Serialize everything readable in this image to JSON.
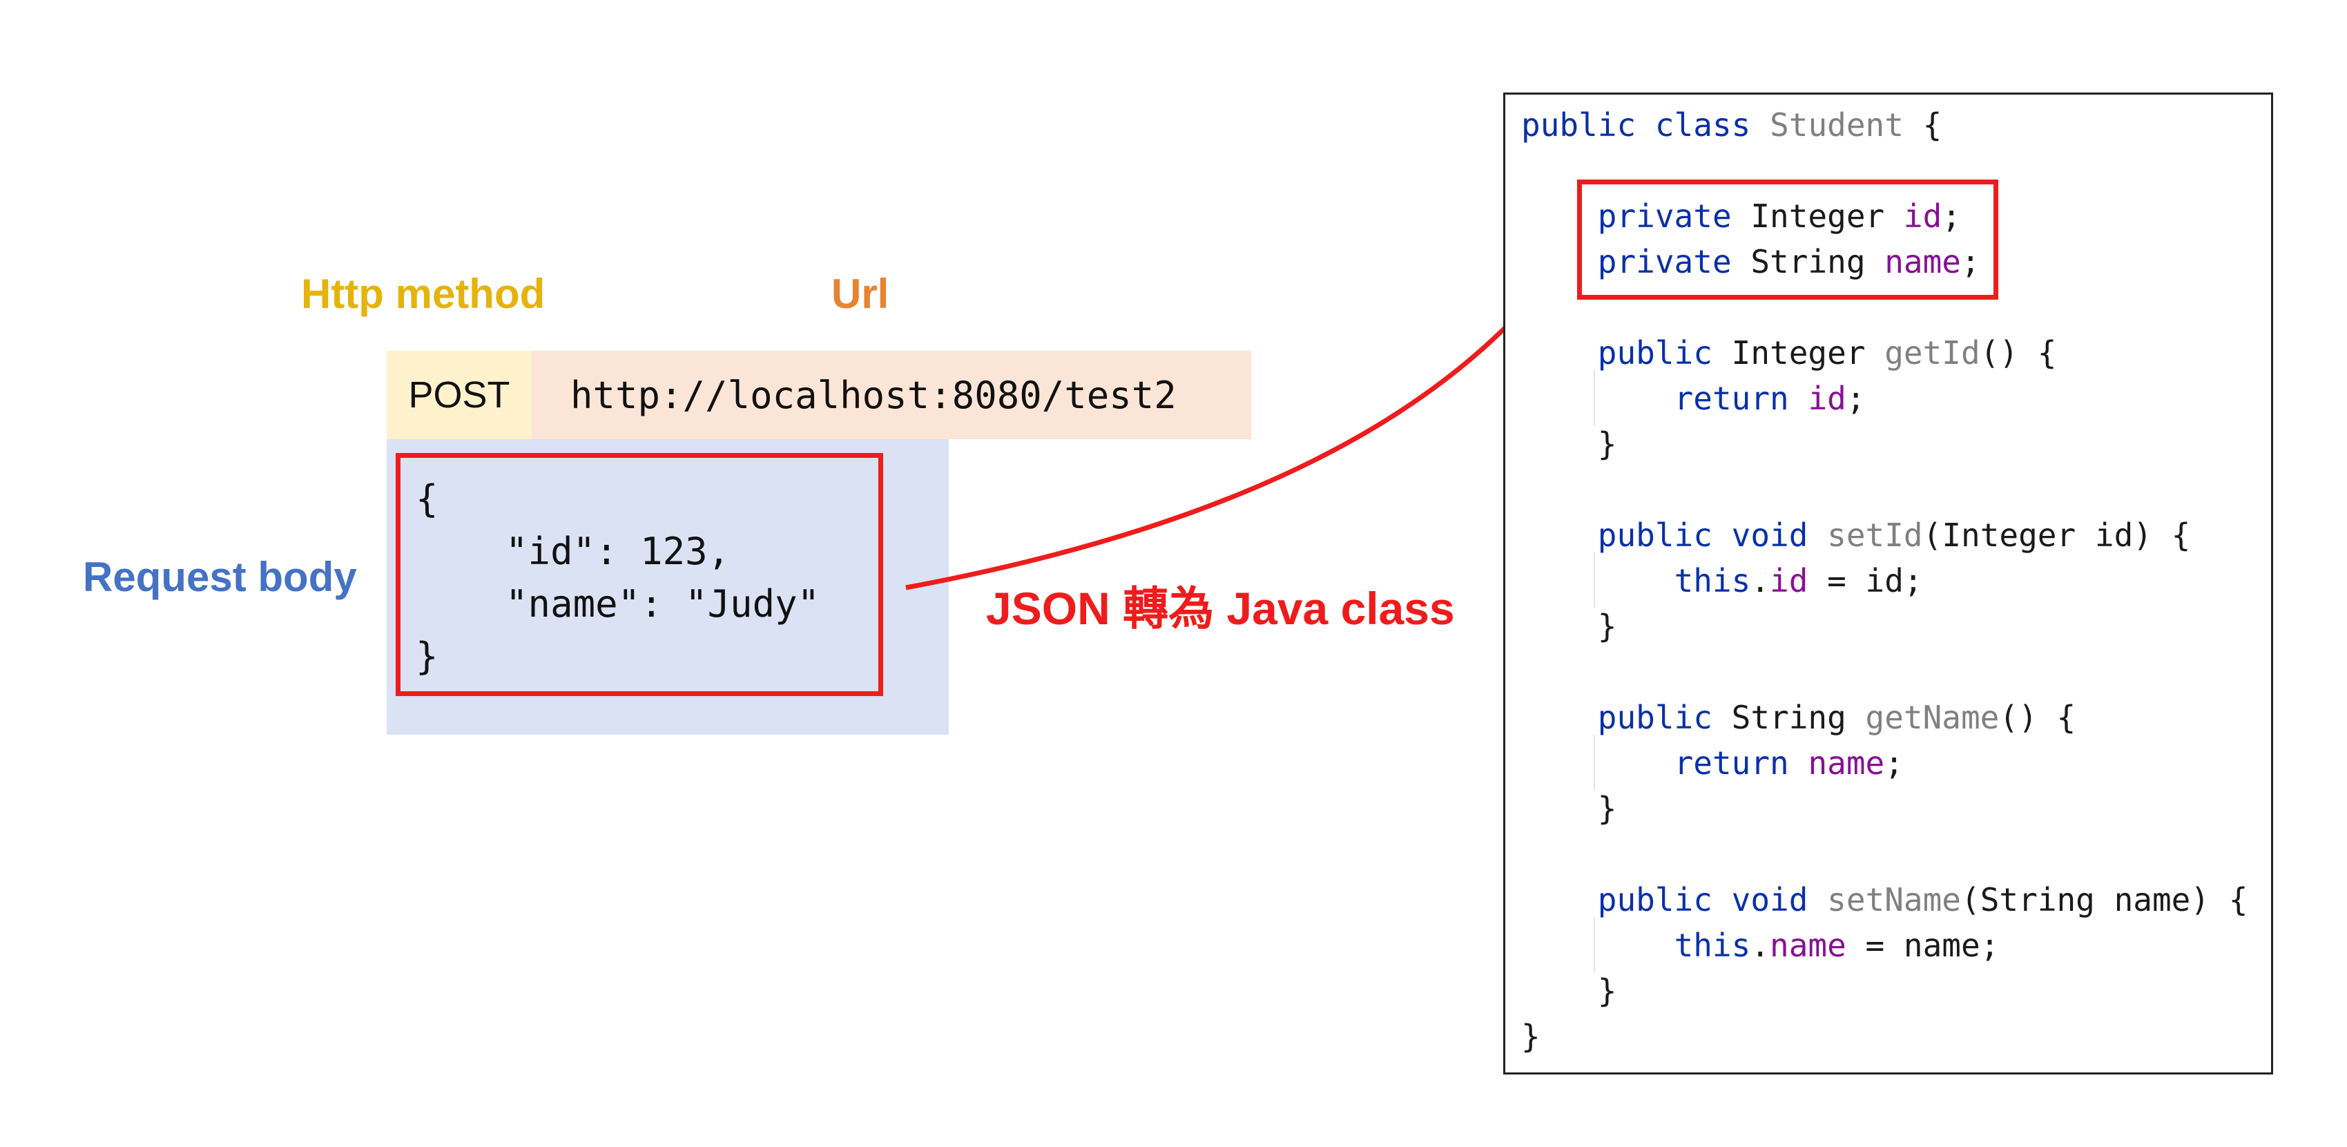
{
  "labels": {
    "http_method": "Http method",
    "url": "Url",
    "request_body": "Request body",
    "conversion": "JSON 轉為 Java class"
  },
  "request": {
    "method": "POST",
    "url": "http://localhost:8080/test2",
    "body_lines": [
      "{",
      "    \"id\": 123,",
      "    \"name\": \"Judy\"",
      "}"
    ]
  },
  "java_class": {
    "lines": [
      [
        {
          "t": "public",
          "k": "kw"
        },
        {
          "t": " "
        },
        {
          "t": "class",
          "k": "kw"
        },
        {
          "t": " "
        },
        {
          "t": "Student",
          "k": "mth"
        },
        {
          "t": " {"
        }
      ],
      [
        {
          "t": ""
        }
      ],
      [
        {
          "t": "    "
        },
        {
          "t": "private",
          "k": "kw"
        },
        {
          "t": " Integer "
        },
        {
          "t": "id",
          "k": "fld"
        },
        {
          "t": ";"
        }
      ],
      [
        {
          "t": "    "
        },
        {
          "t": "private",
          "k": "kw"
        },
        {
          "t": " String "
        },
        {
          "t": "name",
          "k": "fld"
        },
        {
          "t": ";"
        }
      ],
      [
        {
          "t": ""
        }
      ],
      [
        {
          "t": "    "
        },
        {
          "t": "public",
          "k": "kw"
        },
        {
          "t": " Integer "
        },
        {
          "t": "getId",
          "k": "mth"
        },
        {
          "t": "() {"
        }
      ],
      [
        {
          "t": "        "
        },
        {
          "t": "return",
          "k": "kw"
        },
        {
          "t": " "
        },
        {
          "t": "id",
          "k": "fld"
        },
        {
          "t": ";"
        }
      ],
      [
        {
          "t": "    }"
        }
      ],
      [
        {
          "t": ""
        }
      ],
      [
        {
          "t": "    "
        },
        {
          "t": "public",
          "k": "kw"
        },
        {
          "t": " "
        },
        {
          "t": "void",
          "k": "kw"
        },
        {
          "t": " "
        },
        {
          "t": "setId",
          "k": "mth"
        },
        {
          "t": "(Integer id) {"
        }
      ],
      [
        {
          "t": "        "
        },
        {
          "t": "this",
          "k": "kw"
        },
        {
          "t": "."
        },
        {
          "t": "id",
          "k": "fld"
        },
        {
          "t": " = id;"
        }
      ],
      [
        {
          "t": "    }"
        }
      ],
      [
        {
          "t": ""
        }
      ],
      [
        {
          "t": "    "
        },
        {
          "t": "public",
          "k": "kw"
        },
        {
          "t": " String "
        },
        {
          "t": "getName",
          "k": "mth"
        },
        {
          "t": "() {"
        }
      ],
      [
        {
          "t": "        "
        },
        {
          "t": "return",
          "k": "kw"
        },
        {
          "t": " "
        },
        {
          "t": "name",
          "k": "fld"
        },
        {
          "t": ";"
        }
      ],
      [
        {
          "t": "    }"
        }
      ],
      [
        {
          "t": ""
        }
      ],
      [
        {
          "t": "    "
        },
        {
          "t": "public",
          "k": "kw"
        },
        {
          "t": " "
        },
        {
          "t": "void",
          "k": "kw"
        },
        {
          "t": " "
        },
        {
          "t": "setName",
          "k": "mth"
        },
        {
          "t": "(String name) {"
        }
      ],
      [
        {
          "t": "        "
        },
        {
          "t": "this",
          "k": "kw"
        },
        {
          "t": "."
        },
        {
          "t": "name",
          "k": "fld"
        },
        {
          "t": " = name;"
        }
      ],
      [
        {
          "t": "    }"
        }
      ],
      [
        {
          "t": "}"
        }
      ]
    ]
  },
  "colors": {
    "http_method": "#E5B30E",
    "url": "#E8822F",
    "request_body": "#4472C4",
    "highlight": "#EE1C1C",
    "method_bg": "#FDF2CC",
    "url_bg": "#FBE5D7",
    "body_bg": "#DAE2F3",
    "keyword": "#0A30A8",
    "field": "#871094",
    "method_name": "#808080"
  }
}
